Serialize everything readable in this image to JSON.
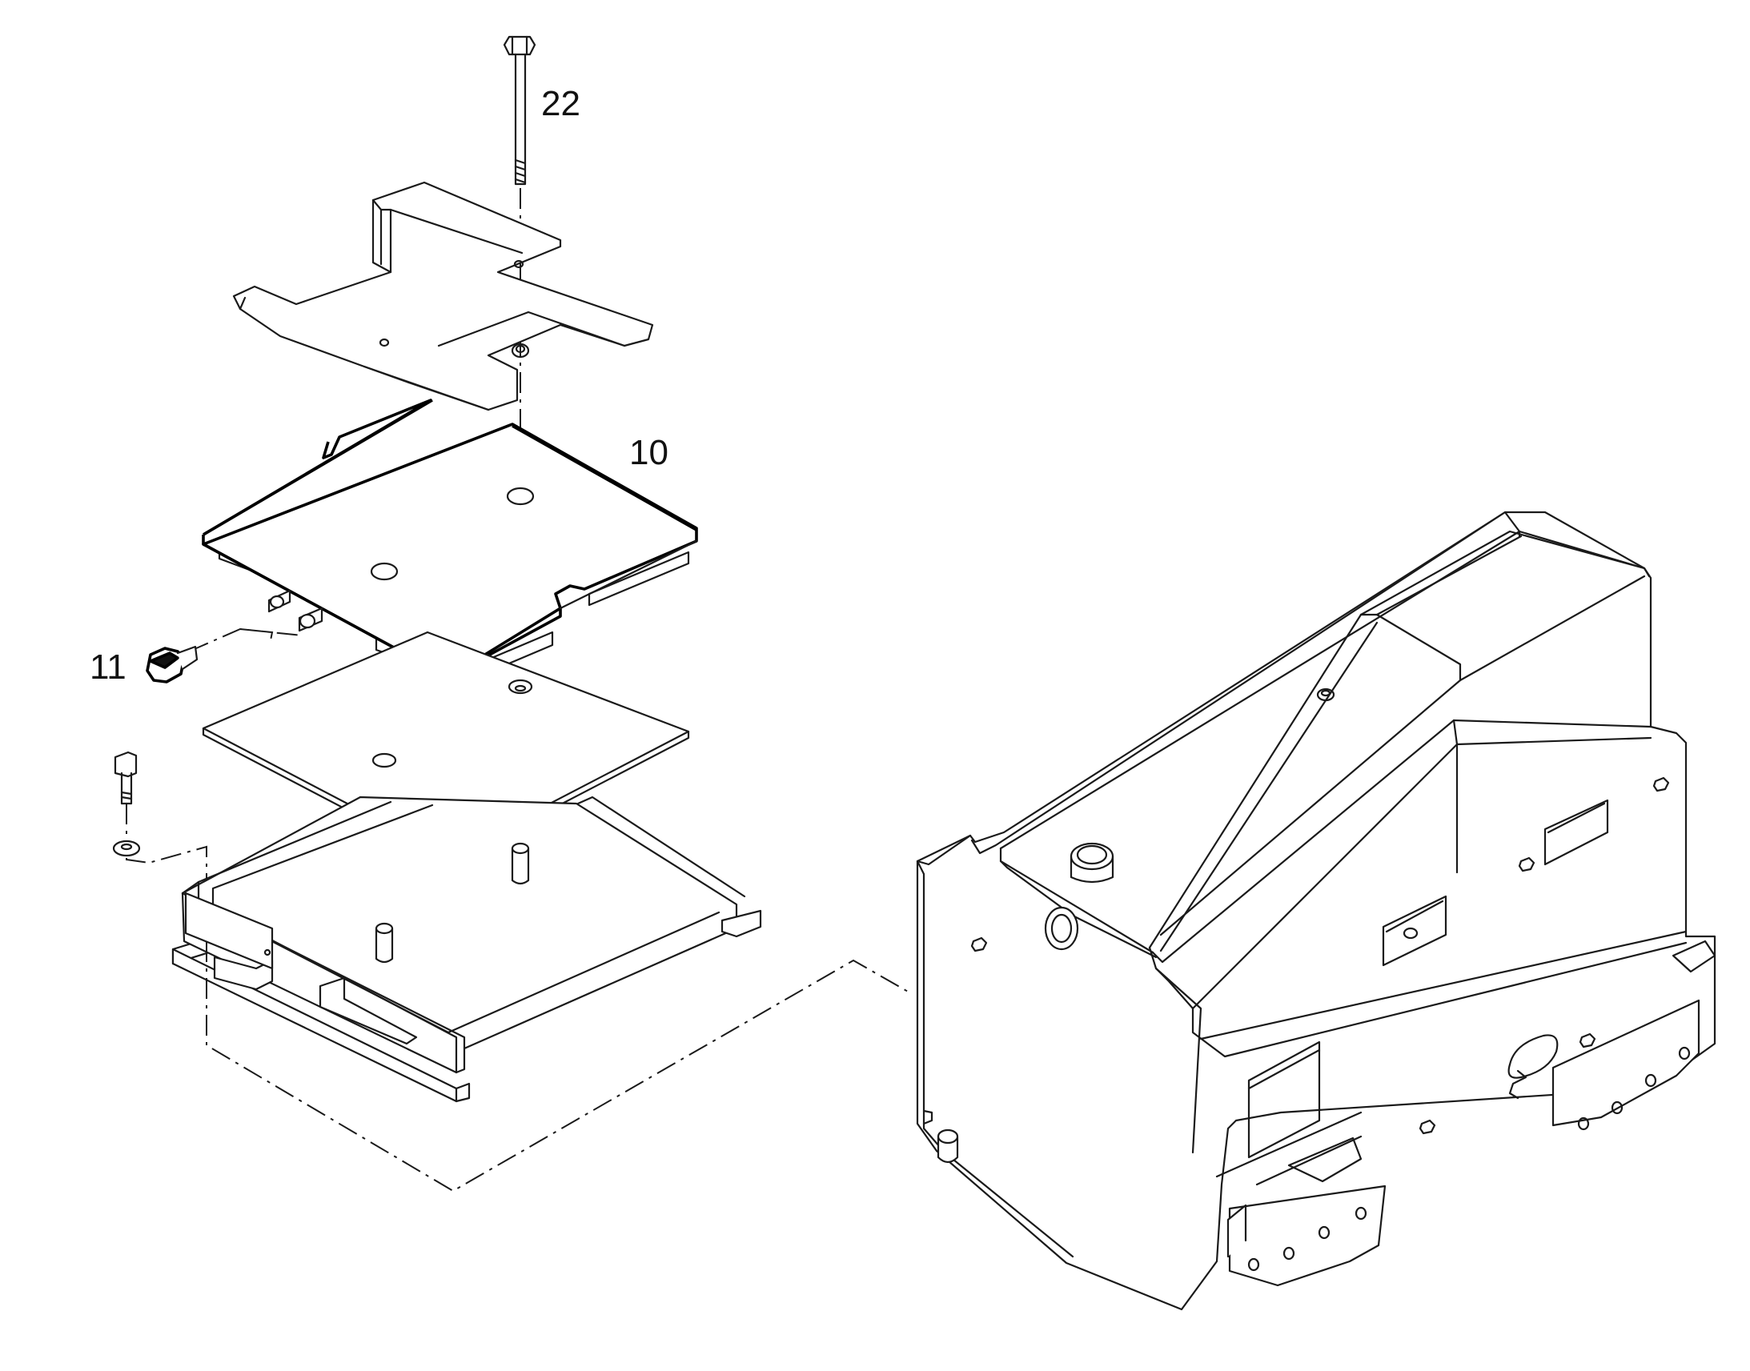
{
  "callouts": [
    {
      "id": "22",
      "label": "22"
    },
    {
      "id": "10",
      "label": "10"
    },
    {
      "id": "11",
      "label": "11"
    }
  ],
  "colors": {
    "line": "#1a1a1a",
    "background": "#ffffff"
  }
}
